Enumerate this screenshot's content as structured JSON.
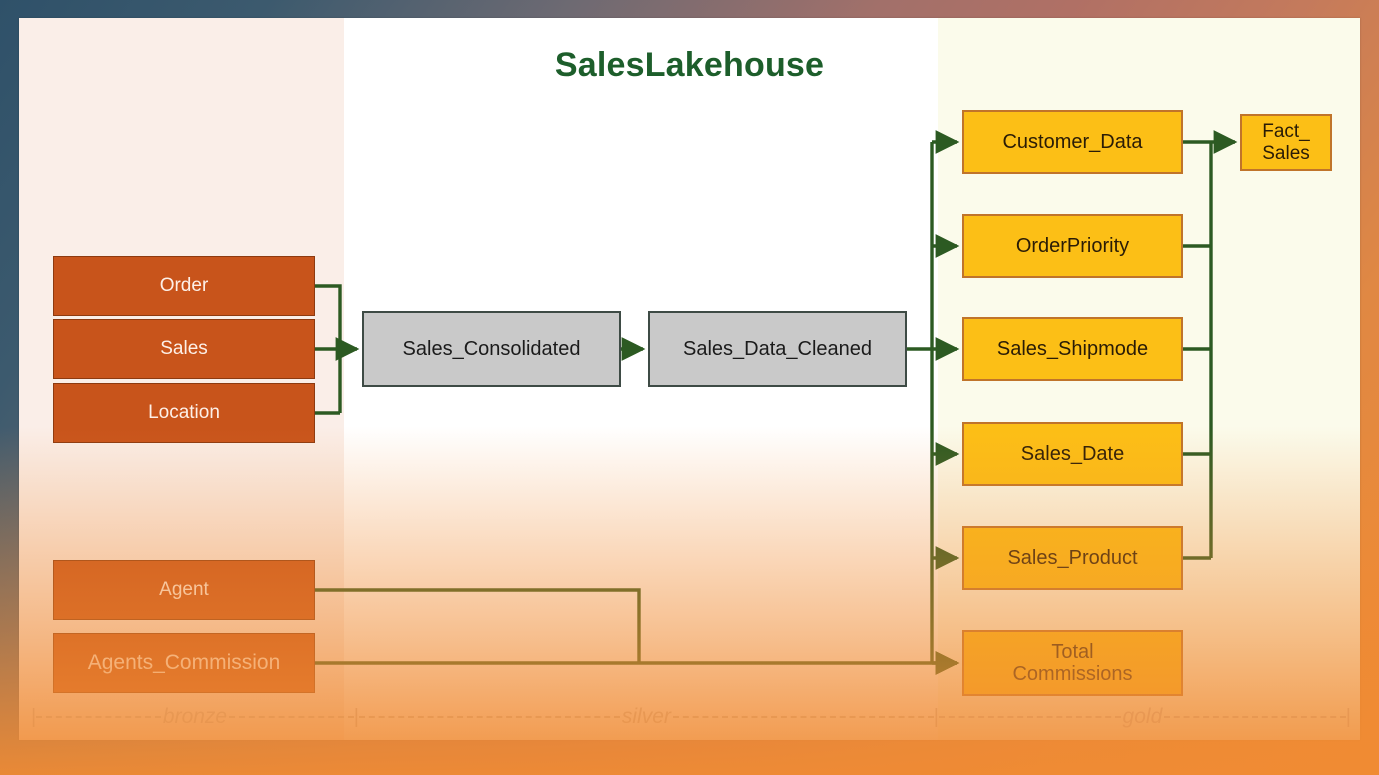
{
  "title": "SalesLakehouse",
  "colors": {
    "title_green": "#1d5e2b",
    "arrow_green": "#2c5a22",
    "bronze_fill": "#c8541b",
    "bronze_zone": "#faeee8",
    "silver_fill": "#c9c9c9",
    "silver_zone": "#ffffff",
    "gold_fill": "#fcbf16",
    "gold_zone": "#fbfbeb",
    "gold_border": "#c0742a",
    "ruler_gray": "#cbc4c1"
  },
  "zones": [
    {
      "key": "bronze",
      "label": "bronze"
    },
    {
      "key": "silver",
      "label": "silver"
    },
    {
      "key": "gold",
      "label": "gold"
    }
  ],
  "bronze": {
    "layer_label": "bronze",
    "nodes": [
      {
        "id": "order",
        "label": "Order"
      },
      {
        "id": "sales",
        "label": "Sales"
      },
      {
        "id": "location",
        "label": "Location"
      },
      {
        "id": "agent",
        "label": "Agent"
      },
      {
        "id": "agents_commission",
        "label": "Agents_Commission"
      }
    ]
  },
  "silver": {
    "layer_label": "silver",
    "nodes": [
      {
        "id": "sales_consolidated",
        "label": "Sales_Consolidated"
      },
      {
        "id": "sales_data_cleaned",
        "label": "Sales_Data_Cleaned"
      }
    ]
  },
  "gold": {
    "layer_label": "gold",
    "nodes": [
      {
        "id": "customer_data",
        "label": "Customer_Data",
        "line1": "Customer_Data",
        "line2": ""
      },
      {
        "id": "order_priority",
        "label": "OrderPriority",
        "line1": "OrderPriority",
        "line2": ""
      },
      {
        "id": "sales_shipmode",
        "label": "Sales_Shipmode",
        "line1": "Sales_Shipmode",
        "line2": ""
      },
      {
        "id": "sales_date",
        "label": "Sales_Date",
        "line1": "Sales_Date",
        "line2": ""
      },
      {
        "id": "sales_product",
        "label": "Sales_Product",
        "line1": "Sales_Product",
        "line2": ""
      },
      {
        "id": "total_commissions",
        "label": "Total Commissions",
        "line1": "Total",
        "line2": "Commissions"
      }
    ],
    "fact": {
      "id": "fact_sales",
      "label": "Fact_Sales",
      "line1": "Fact_",
      "line2": "Sales"
    }
  },
  "flows": [
    {
      "from": "Order",
      "to": "Sales_Consolidated"
    },
    {
      "from": "Sales",
      "to": "Sales_Consolidated"
    },
    {
      "from": "Location",
      "to": "Sales_Consolidated"
    },
    {
      "from": "Sales_Consolidated",
      "to": "Sales_Data_Cleaned"
    },
    {
      "from": "Sales_Data_Cleaned",
      "to": "Customer_Data"
    },
    {
      "from": "Sales_Data_Cleaned",
      "to": "OrderPriority"
    },
    {
      "from": "Sales_Data_Cleaned",
      "to": "Sales_Shipmode"
    },
    {
      "from": "Sales_Data_Cleaned",
      "to": "Sales_Date"
    },
    {
      "from": "Sales_Data_Cleaned",
      "to": "Sales_Product"
    },
    {
      "from": "Agent",
      "to": "Total Commissions"
    },
    {
      "from": "Agents_Commission",
      "to": "Total Commissions"
    },
    {
      "from": "Customer_Data",
      "to": "Fact_Sales"
    },
    {
      "from": "OrderPriority",
      "to": "Fact_Sales"
    },
    {
      "from": "Sales_Shipmode",
      "to": "Fact_Sales"
    },
    {
      "from": "Sales_Date",
      "to": "Fact_Sales"
    },
    {
      "from": "Sales_Product",
      "to": "Fact_Sales"
    }
  ]
}
